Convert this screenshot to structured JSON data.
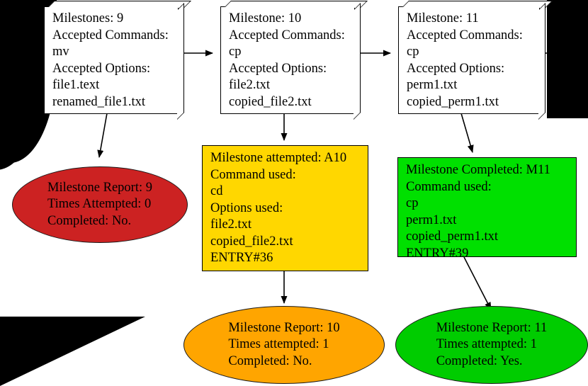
{
  "diagram": {
    "type": "flowchart",
    "background": "#ffffff",
    "colors": {
      "milestone_box_fill": "#ffffff",
      "attempted_fill": "#ffd700",
      "completed_fill": "#00e000",
      "report_failed_fill": "#cc2222",
      "report_pending_fill": "#ffa500",
      "report_success_fill": "#00cc00",
      "stroke": "#000000"
    },
    "nodes": [
      {
        "id": "milestone-9",
        "shape": "box3d",
        "lines": [
          "Milestones: 9",
          "Accepted Commands:",
          "mv",
          "Accepted Options:",
          "file1.text",
          "renamed_file1.txt"
        ]
      },
      {
        "id": "milestone-10",
        "shape": "box3d",
        "lines": [
          "Milestone: 10",
          "Accepted Commands:",
          "cp",
          "Accepted Options:",
          "file2.txt",
          "copied_file2.txt"
        ]
      },
      {
        "id": "milestone-11",
        "shape": "box3d",
        "lines": [
          "Milestone: 11",
          "Accepted Commands:",
          "cp",
          "Accepted Options:",
          "perm1.txt",
          "copied_perm1.txt"
        ]
      },
      {
        "id": "attempt-a10",
        "shape": "box",
        "fill": "#ffd700",
        "lines": [
          "Milestone attempted: A10",
          "Command used:",
          "cd",
          "Options used:",
          "file2.txt",
          "copied_file2.txt",
          "ENTRY#36"
        ]
      },
      {
        "id": "completed-m11",
        "shape": "box",
        "fill": "#00e000",
        "lines": [
          "Milestone Completed: M11",
          "Command used:",
          "cp",
          "perm1.txt",
          "copied_perm1.txt",
          "ENTRY#39"
        ]
      },
      {
        "id": "report-9",
        "shape": "ellipse",
        "fill": "#cc2222",
        "lines": [
          "Milestone Report: 9",
          "Times Attempted: 0",
          "Completed: No."
        ]
      },
      {
        "id": "report-10",
        "shape": "ellipse",
        "fill": "#ffa500",
        "lines": [
          "Milestone Report: 10",
          "Times attempted: 1",
          "Completed: No."
        ]
      },
      {
        "id": "report-11",
        "shape": "ellipse",
        "fill": "#00cc00",
        "lines": [
          "Milestone Report: 11",
          "Times attempted: 1",
          "Completed: Yes."
        ]
      }
    ]
  }
}
